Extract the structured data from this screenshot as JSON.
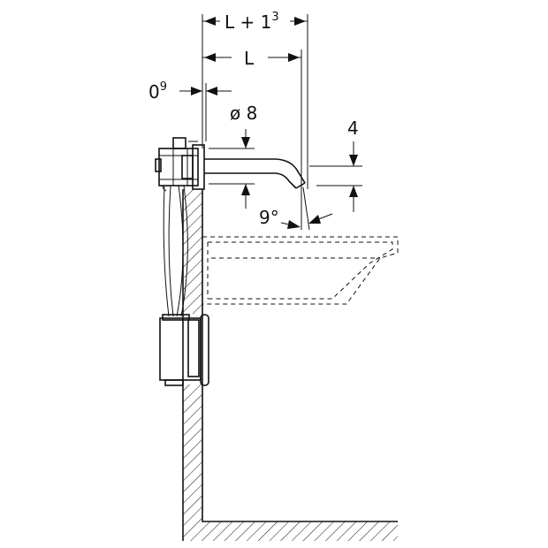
{
  "dimensions": {
    "total_projection": {
      "base": "L + 1",
      "sup": "3"
    },
    "projection": "L",
    "wall_offset": {
      "base": "0",
      "sup": "9"
    },
    "outlet_diameter": "ø 8",
    "spout_height": "4",
    "spout_angle": "9°"
  }
}
